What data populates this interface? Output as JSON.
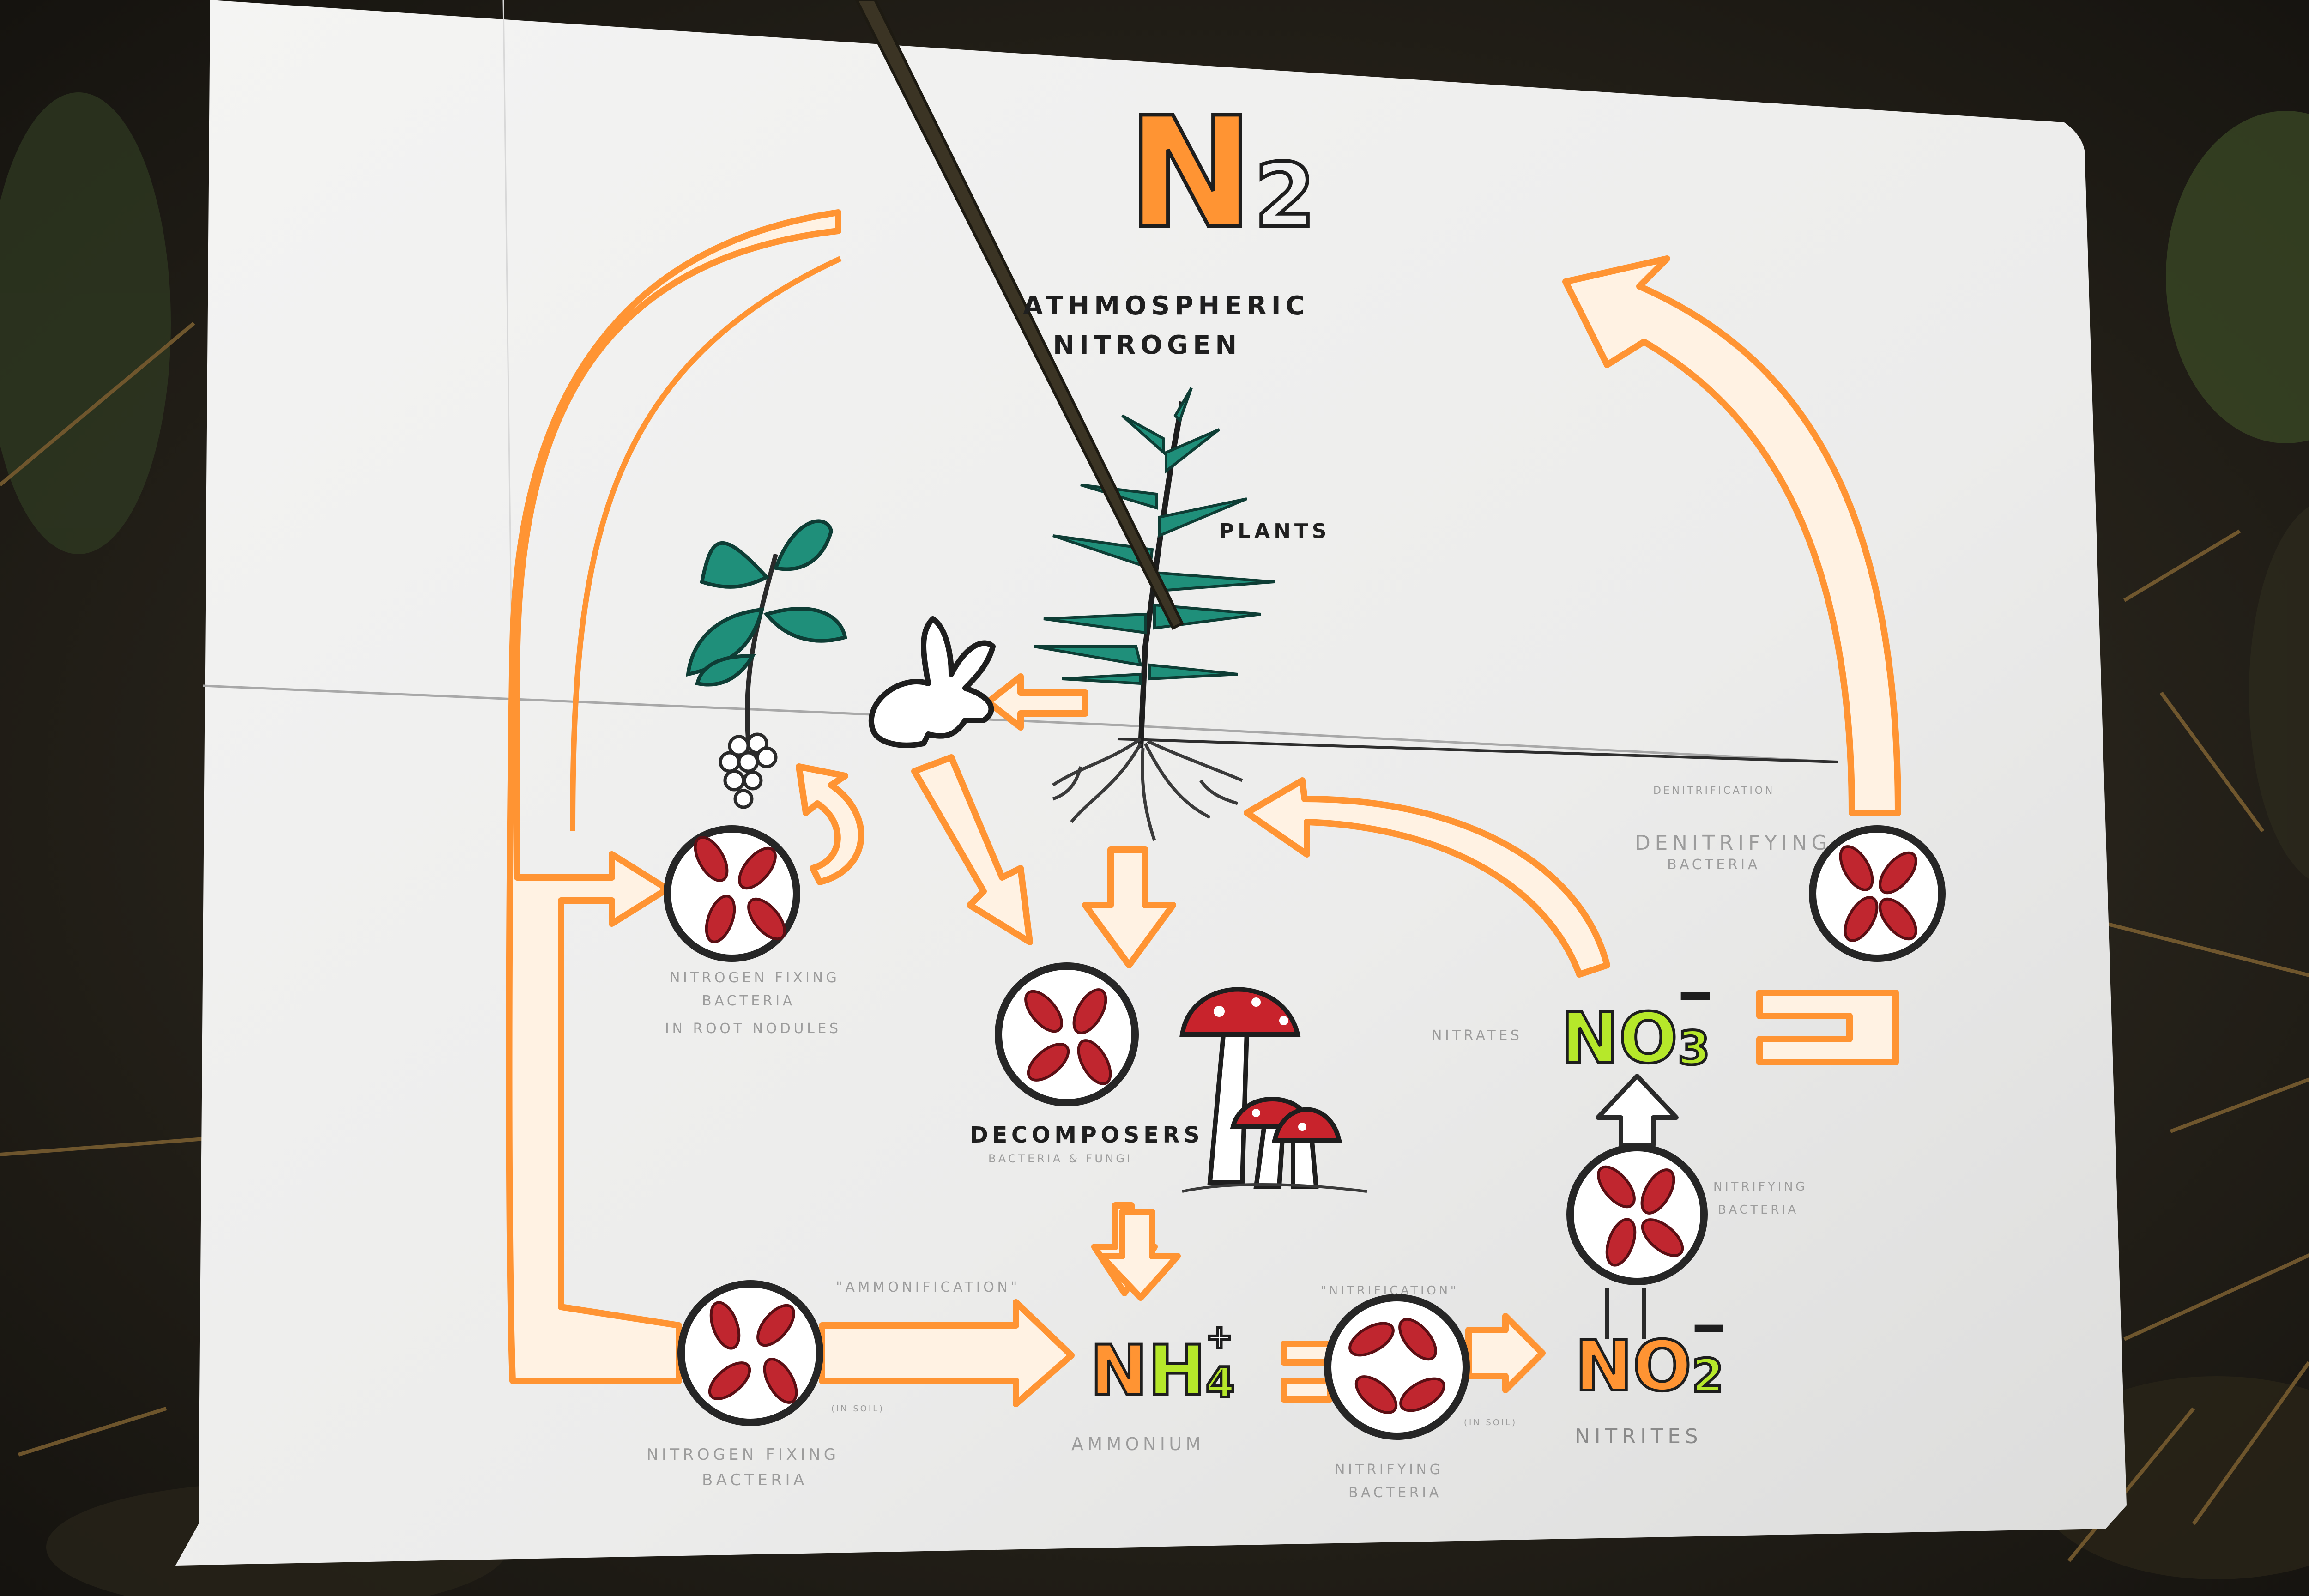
{
  "colors": {
    "paper": "#f1f1f0",
    "arrow_fill": "#fff2e3",
    "arrow_stroke": "#ff9433",
    "circle_stroke": "#2a2a2a",
    "bacteria": "#c0262f",
    "leaf": "#1f8f7a",
    "mushroom": "#c8232c",
    "ink": "#1e1e1e",
    "lime": "#b6e82a",
    "background": "#1f1c17"
  },
  "title": {
    "main": "N",
    "sub": "2",
    "line1": "ATHMOSPHERIC",
    "line2": "NITROGEN"
  },
  "labels": {
    "plants": "PLANTS",
    "decomposers": "DECOMPOSERS",
    "decomposers_sub": "BACTERIA & FUNGI",
    "nitrates": "NITRATES",
    "nitrites": "NITRITES",
    "ammonium": "AMMONIUM",
    "ammonification": "\"AMMONIFICATION\"",
    "nitrification": "\"NITRIFICATION\"",
    "denitrification": "DENITRIFICATION",
    "denitrifying_1": "DENITRIFYING",
    "denitrifying_2": "BACTERIA",
    "nitrifying_right_1": "NITRIFYING",
    "nitrifying_right_2": "BACTERIA",
    "nitrifying_bottom_1": "NITRIFYING",
    "nitrifying_bottom_2": "BACTERIA",
    "nfix_root_1": "NITROGEN FIXING",
    "nfix_root_2": "BACTERIA",
    "nfix_root_3": "IN ROOT NODULES",
    "nfix_bottom_1": "NITROGEN FIXING",
    "nfix_bottom_2": "BACTERIA",
    "in_soil_1": "(IN SOIL)",
    "in_soil_2": "(IN SOIL)"
  },
  "formulas": {
    "nh4": {
      "a": "N",
      "b": "H",
      "sup": "+",
      "sub": "4"
    },
    "no2": {
      "a": "NO",
      "sup": "−",
      "sub": "2"
    },
    "no3": {
      "a": "NO",
      "sup": "−",
      "sub": "3"
    }
  },
  "icons": [
    "rabbit-icon",
    "seedling-icon",
    "fern-plant-icon",
    "mushroom-icon",
    "bacteria-icon",
    "stick-pointer"
  ]
}
